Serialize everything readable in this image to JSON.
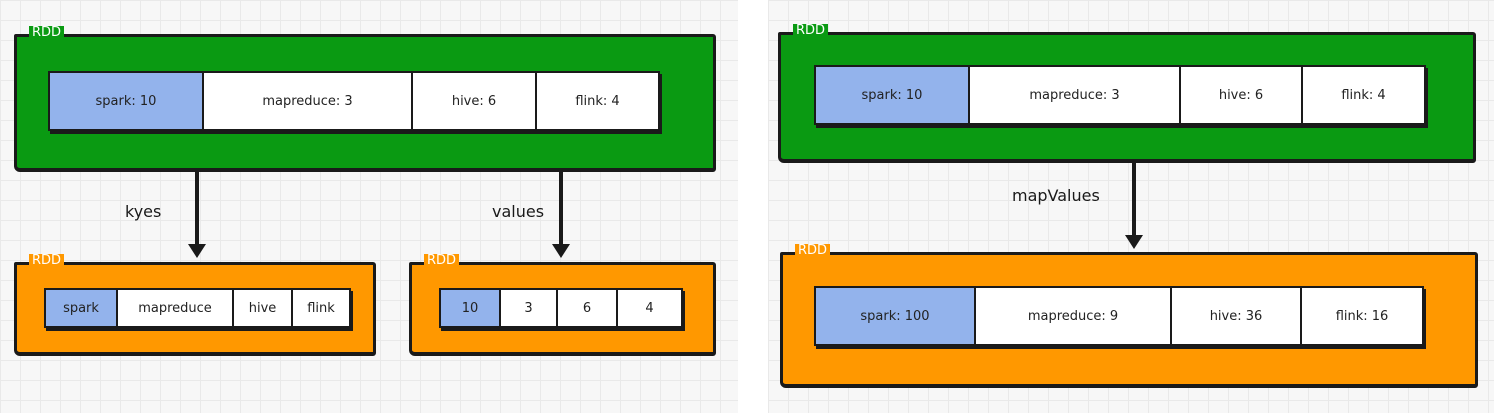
{
  "left": {
    "source": {
      "label": "RDD",
      "cells": [
        "spark: 10",
        "mapreduce: 3",
        "hive: 6",
        "flink: 4"
      ]
    },
    "keys_op": "kyes",
    "values_op": "values",
    "keys_rdd": {
      "label": "RDD",
      "cells": [
        "spark",
        "mapreduce",
        "hive",
        "flink"
      ]
    },
    "values_rdd": {
      "label": "RDD",
      "cells": [
        "10",
        "3",
        "6",
        "4"
      ]
    }
  },
  "right": {
    "source": {
      "label": "RDD",
      "cells": [
        "spark: 10",
        "mapreduce: 3",
        "hive: 6",
        "flink: 4"
      ]
    },
    "op": "mapValues",
    "result": {
      "label": "RDD",
      "cells": [
        "spark: 100",
        "mapreduce: 9",
        "hive: 36",
        "flink: 16"
      ]
    }
  },
  "colors": {
    "green": "#0a9a12",
    "orange": "#ff9800",
    "highlight": "#93b3ec",
    "ink": "#1a1a1a"
  }
}
